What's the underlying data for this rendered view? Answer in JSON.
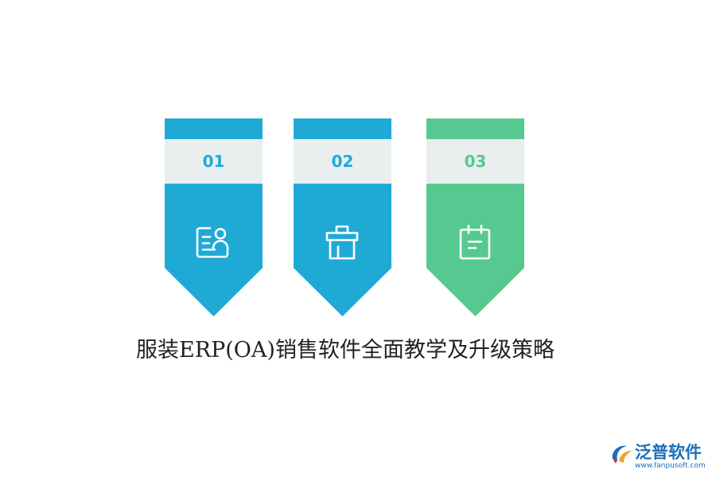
{
  "steps": [
    {
      "number": "01",
      "icon": "resume-icon",
      "color": "#1faad6"
    },
    {
      "number": "02",
      "icon": "shop-icon",
      "color": "#1faad6"
    },
    {
      "number": "03",
      "icon": "calendar-icon",
      "color": "#55c990"
    }
  ],
  "band_color": "#e9efef",
  "title": "服装ERP(OA)销售软件全面教学及升级策略",
  "brand": {
    "name": "泛普软件",
    "url": "www.fanpusoft.com",
    "color": "#1c6fb8"
  }
}
